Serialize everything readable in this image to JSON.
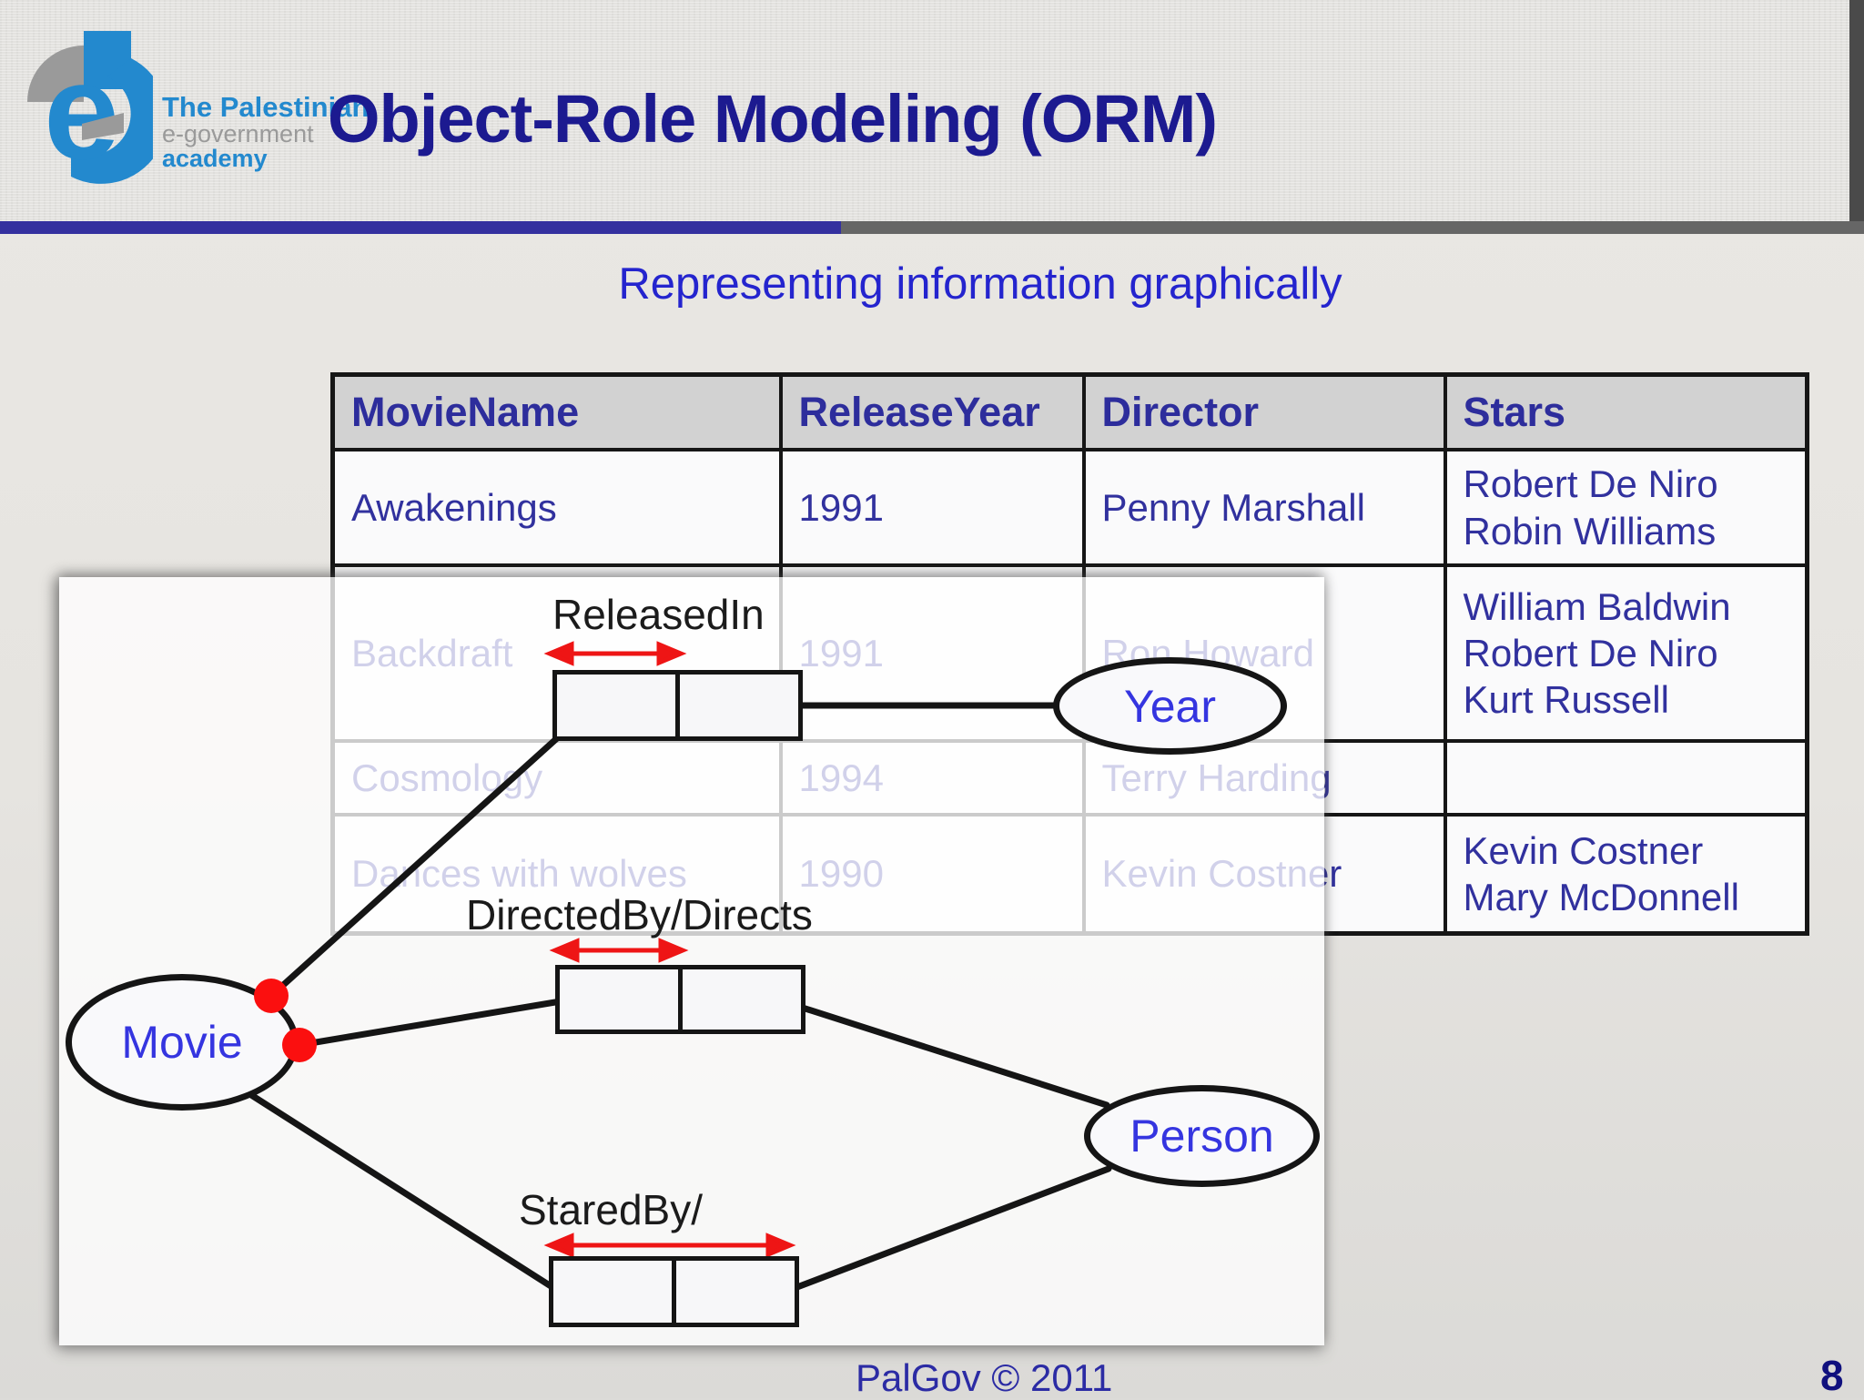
{
  "slide": {
    "logo": {
      "line1": "The Palestinian",
      "line2": "e-government",
      "line3": "academy"
    },
    "title": "Object-Role Modeling (ORM)",
    "subtitle": "Representing information graphically",
    "footer": {
      "copyright": "PalGov © 2011",
      "page_number": "8"
    }
  },
  "table": {
    "headers": [
      "MovieName",
      "ReleaseYear",
      "Director",
      "Stars"
    ],
    "rows": [
      {
        "movie": "Awakenings",
        "year": "1991",
        "director": "Penny Marshall",
        "stars": "Robert De Niro\nRobin Williams"
      },
      {
        "movie": "Backdraft",
        "year": "1991",
        "director": "Ron Howard",
        "stars": "William Baldwin\nRobert De Niro\nKurt Russell"
      },
      {
        "movie": "Cosmology",
        "year": "1994",
        "director": "Terry Harding",
        "stars": ""
      },
      {
        "movie": "Dances with wolves",
        "year": "1990",
        "director": "Kevin Costner",
        "stars": "Kevin Costner\nMary McDonnell"
      }
    ]
  },
  "diagram": {
    "entities": {
      "movie": "Movie",
      "year": "Year",
      "person": "Person"
    },
    "fact_types": {
      "released_in": "ReleasedIn",
      "directed_by": "DirectedBy/Directs",
      "stared_by": "StaredBy/"
    },
    "colors": {
      "entity_text_blue": "#3535E0",
      "line_black": "#151515",
      "uniqueness_arrow_red": "#EE1515",
      "mandatory_dot_red": "#FB0F0F",
      "title_navy": "#1C1A90",
      "table_text_blue": "#31319E",
      "bar_blue": "#34309F",
      "bar_gray": "#666666",
      "logo_blue": "#2389CE"
    }
  }
}
